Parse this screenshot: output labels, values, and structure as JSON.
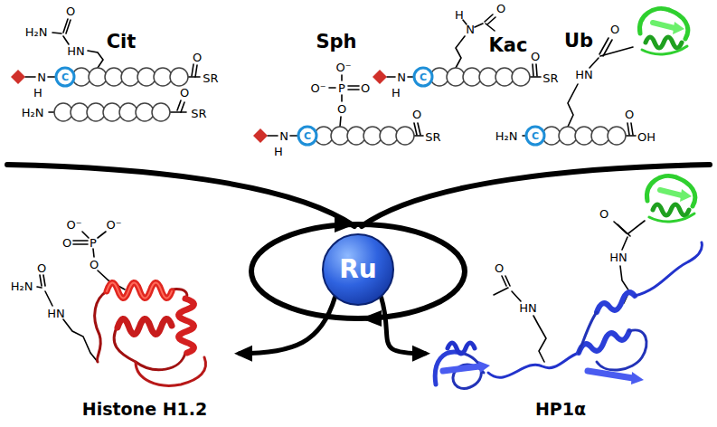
{
  "diagram": {
    "nodes": [
      {
        "text": [
          "Ru"
        ]
      },
      {
        "text": [
          "Histone H1.2"
        ]
      },
      {
        "text": [
          "HP1α"
        ]
      }
    ],
    "edges": [
      {
        "from": 0,
        "to": 1,
        "arrow": "to"
      },
      {
        "from": 0,
        "to": 2,
        "arrow": "to"
      }
    ],
    "labels": [
      "O",
      "H₂N",
      "HN",
      "Cit",
      "N",
      "H",
      "C",
      "O",
      "SR",
      "H₂N",
      "O",
      "SR",
      "Sph",
      "O⁻",
      "O⁻",
      "P",
      "O",
      "O",
      "N",
      "H",
      "C",
      "O",
      "SR",
      "H",
      "N",
      "O",
      "Kac",
      "N",
      "H",
      "C",
      "O",
      "SR",
      "Ub",
      "O",
      "HN",
      "H₂N",
      "C",
      "O",
      "OH",
      "O⁻",
      "O⁻",
      "P",
      "O",
      "O",
      "O",
      "H₂N",
      "HN",
      "O",
      "HN",
      "O",
      "HN"
    ]
  }
}
